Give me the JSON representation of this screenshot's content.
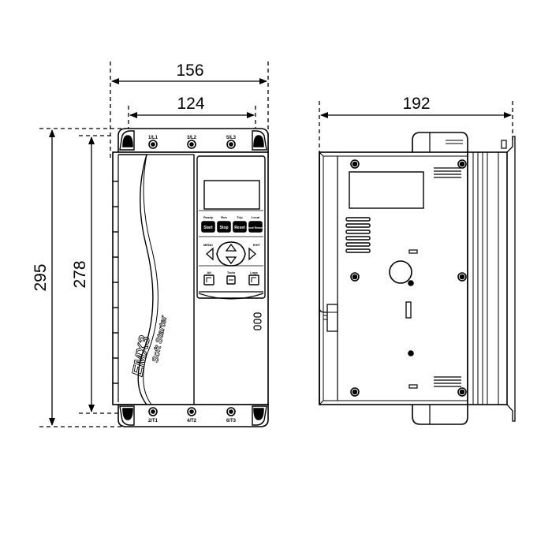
{
  "dimensions": {
    "front_outer_width": "156",
    "front_inner_width": "124",
    "side_depth": "192",
    "front_outer_height": "295",
    "front_inner_height": "278"
  },
  "terminals": {
    "top": [
      "1/L1",
      "3/L2",
      "5/L3"
    ],
    "bottom": [
      "2/T1",
      "4/T2",
      "6/T3"
    ]
  },
  "keypad": {
    "indicators": [
      "Ready",
      "Run",
      "Trip",
      "Local"
    ],
    "buttons": [
      "Start",
      "Stop",
      "Reset",
      "Local Remote"
    ],
    "menu_label": "MENU",
    "exit_label": "EXIT",
    "bottom_buttons": [
      "Alt",
      "Tools",
      "Logs"
    ]
  },
  "branding": {
    "product": "EMX3",
    "subtitle": "Soft Starter"
  }
}
